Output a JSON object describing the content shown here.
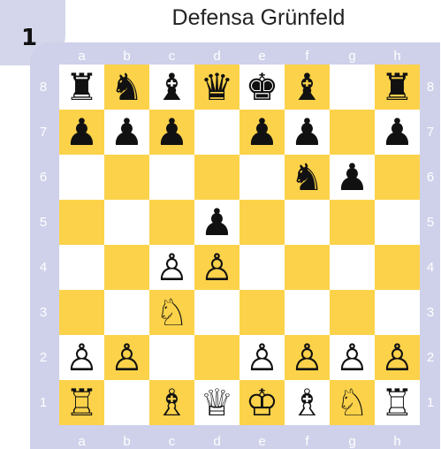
{
  "diagram": {
    "number": "1"
  },
  "header": {
    "title": "Defensa Grünfeld"
  },
  "colors": {
    "light_square": "#ffffff",
    "dark_square": "#fcd24a",
    "frame": "#cfd1ea",
    "badge": "#d4d6eb"
  },
  "board": {
    "files": [
      "a",
      "b",
      "c",
      "d",
      "e",
      "f",
      "g",
      "h"
    ],
    "ranks": [
      "8",
      "7",
      "6",
      "5",
      "4",
      "3",
      "2",
      "1"
    ],
    "position": [
      [
        "r",
        "n",
        "b",
        "q",
        "k",
        "b",
        "",
        "r"
      ],
      [
        "p",
        "p",
        "p",
        "",
        "p",
        "p",
        "",
        "p"
      ],
      [
        "",
        "",
        "",
        "",
        "",
        "n",
        "p",
        ""
      ],
      [
        "",
        "",
        "",
        "p",
        "",
        "",
        "",
        ""
      ],
      [
        "",
        "",
        "P",
        "P",
        "",
        "",
        "",
        ""
      ],
      [
        "",
        "",
        "N",
        "",
        "",
        "",
        "",
        ""
      ],
      [
        "P",
        "P",
        "",
        "",
        "P",
        "P",
        "P",
        "P"
      ],
      [
        "R",
        "",
        "B",
        "Q",
        "K",
        "B",
        "N",
        "R"
      ]
    ]
  },
  "piece_glyphs": {
    "K": "♔",
    "Q": "♕",
    "R": "♖",
    "B": "♗",
    "N": "♘",
    "P": "♙",
    "k": "♚",
    "q": "♛",
    "r": "♜",
    "b": "♝",
    "n": "♞",
    "p": "♟"
  }
}
